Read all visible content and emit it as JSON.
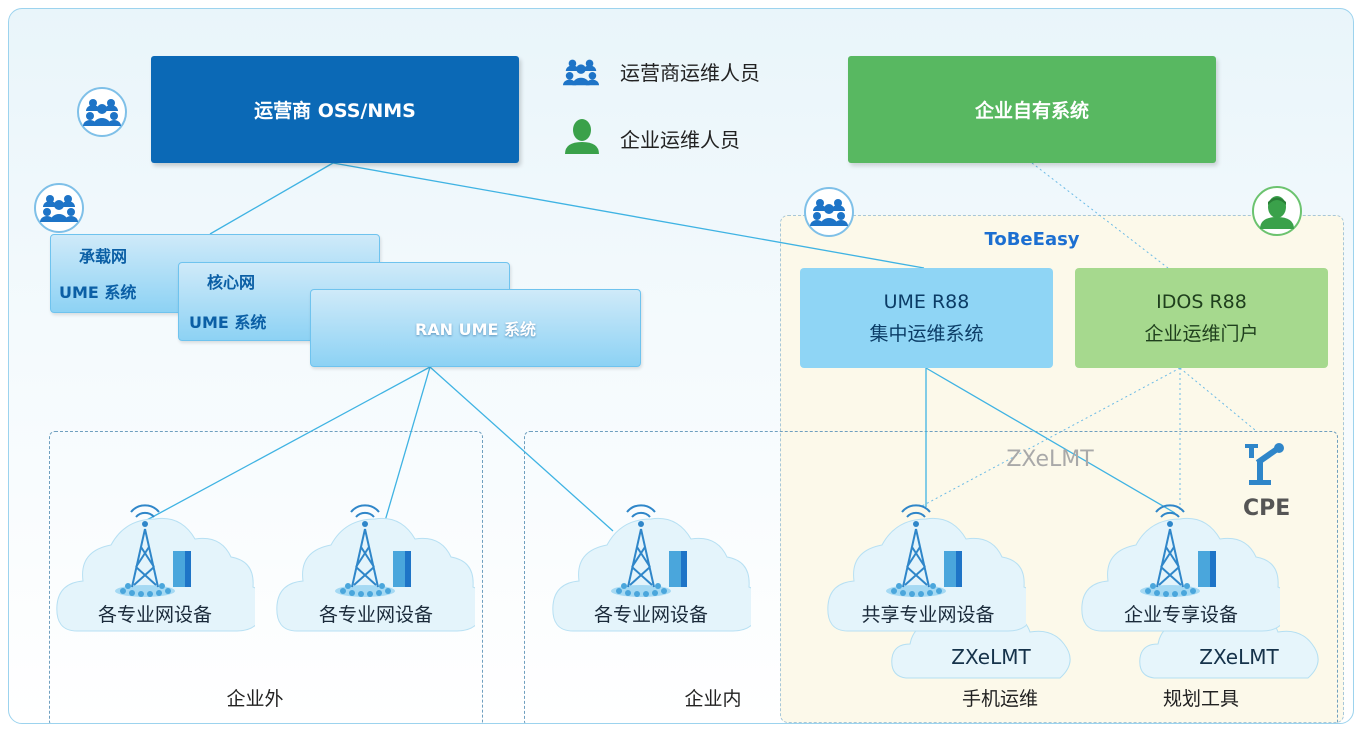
{
  "oss": {
    "label": "运营商 OSS/NMS"
  },
  "enterprise_system": {
    "label": "企业自有系统"
  },
  "legend": {
    "operator_staff": "运营商运维人员",
    "enterprise_staff": "企业运维人员"
  },
  "tobeeasy": {
    "title": "ToBeEasy"
  },
  "ume_bearer": {
    "line1": "承载网",
    "line2": "UME 系统"
  },
  "ume_core": {
    "line1": "核心网",
    "line2": "UME 系统"
  },
  "ume_ran": {
    "label": "RAN UME 系统"
  },
  "ume_r88": {
    "line1": "UME R88",
    "line2": "集中运维系统"
  },
  "idos_r88": {
    "line1": "IDOS R88",
    "line2": "企业运维门户"
  },
  "zxelmt_overlay": "ZXeLMT",
  "cpe": {
    "label": "CPE"
  },
  "clouds": [
    {
      "label": "各专业网设备"
    },
    {
      "label": "各专业网设备"
    },
    {
      "label": "各专业网设备"
    },
    {
      "label": "共享专业网设备"
    },
    {
      "label": "企业专享设备"
    }
  ],
  "zxelmt_clouds": [
    {
      "label": "ZXeLMT",
      "caption": "手机运维"
    },
    {
      "label": "ZXeLMT",
      "caption": "规划工具"
    }
  ],
  "zones": {
    "outside": "企业外",
    "inside": "企业内"
  },
  "colors": {
    "oss": "#0b69b6",
    "enterprise": "#58b861",
    "ume_blue": "#8fd5f5",
    "idos_green": "#a6d98e",
    "tobeeasy_title": "#1c6fd1",
    "operator_icon": "#1e74c7",
    "enterprise_icon": "#3aa14a"
  }
}
